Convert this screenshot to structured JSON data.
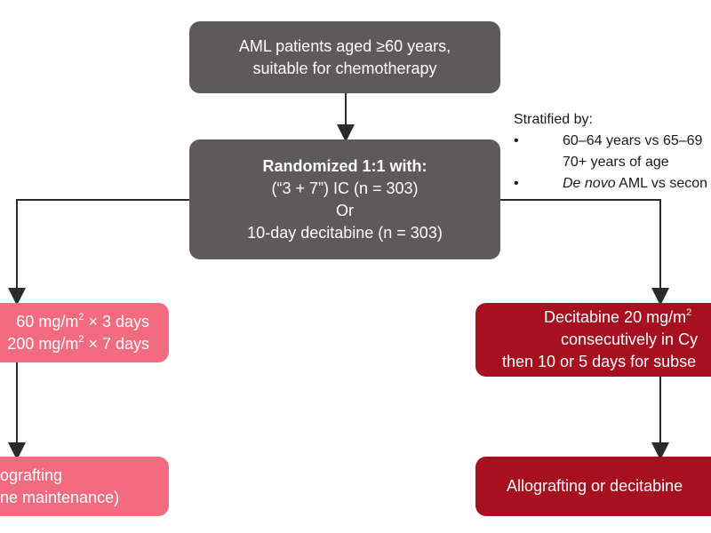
{
  "top_box": {
    "line1": "AML patients aged ≥60 years,",
    "line2": "suitable for chemotherapy"
  },
  "randomized_box": {
    "heading": "Randomized 1:1 with:",
    "arm_ic": "(“3 + 7”) IC (n = 303)",
    "or": "Or",
    "arm_decitabine": "10-day decitabine (n = 303)"
  },
  "stratification": {
    "title": "Stratified by:",
    "bullet": "•",
    "item1_line1": "60–64 years vs 65–69",
    "item1_line2": "70+ years of age",
    "item2_italic": "De novo",
    "item2_rest": " AML vs secon"
  },
  "left_arm": {
    "regimen_line1_pre": "60 mg/m",
    "regimen_line1_sup": "2",
    "regimen_line1_post": " × 3 days",
    "regimen_line2_pre": "200 mg/m",
    "regimen_line2_sup": "2",
    "regimen_line2_post": " × 7 days",
    "outcome_line1": "ografting",
    "outcome_line2": "ne maintenance)"
  },
  "right_arm": {
    "regimen_line1_pre": "Decitabine 20 mg/m",
    "regimen_line1_sup": "2",
    "regimen_line2": "consecutively in Cy",
    "regimen_line3": "then 10 or 5 days for subse",
    "outcome": "Allografting or decitabine"
  },
  "colors": {
    "grey_box": "#5e5a5b",
    "ic_arm": "#f26b7e",
    "decitabine_arm": "#a6101f",
    "connector": "#2b2b2b"
  }
}
